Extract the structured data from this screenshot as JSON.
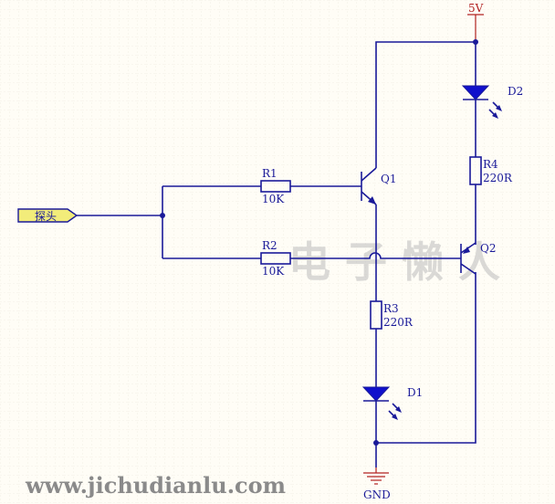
{
  "probe": {
    "label": "探头"
  },
  "components": {
    "r1": {
      "name": "R1",
      "value": "10K"
    },
    "r2": {
      "name": "R2",
      "value": "10K"
    },
    "r3": {
      "name": "R3",
      "value": "220R"
    },
    "r4": {
      "name": "R4",
      "value": "220R"
    },
    "q1": {
      "name": "Q1"
    },
    "q2": {
      "name": "Q2"
    },
    "d1": {
      "name": "D1"
    },
    "d2": {
      "name": "D2"
    }
  },
  "power": {
    "vcc": "5V",
    "gnd": "GND"
  },
  "watermark": {
    "text": "电 子 懒 人",
    "url": "www.jichudianlu.com"
  },
  "colors": {
    "wire": "#1a1a99",
    "power": "#b22222",
    "led": "#1010cc",
    "background": "#fffdf6",
    "grid": "#e4e0d4"
  }
}
